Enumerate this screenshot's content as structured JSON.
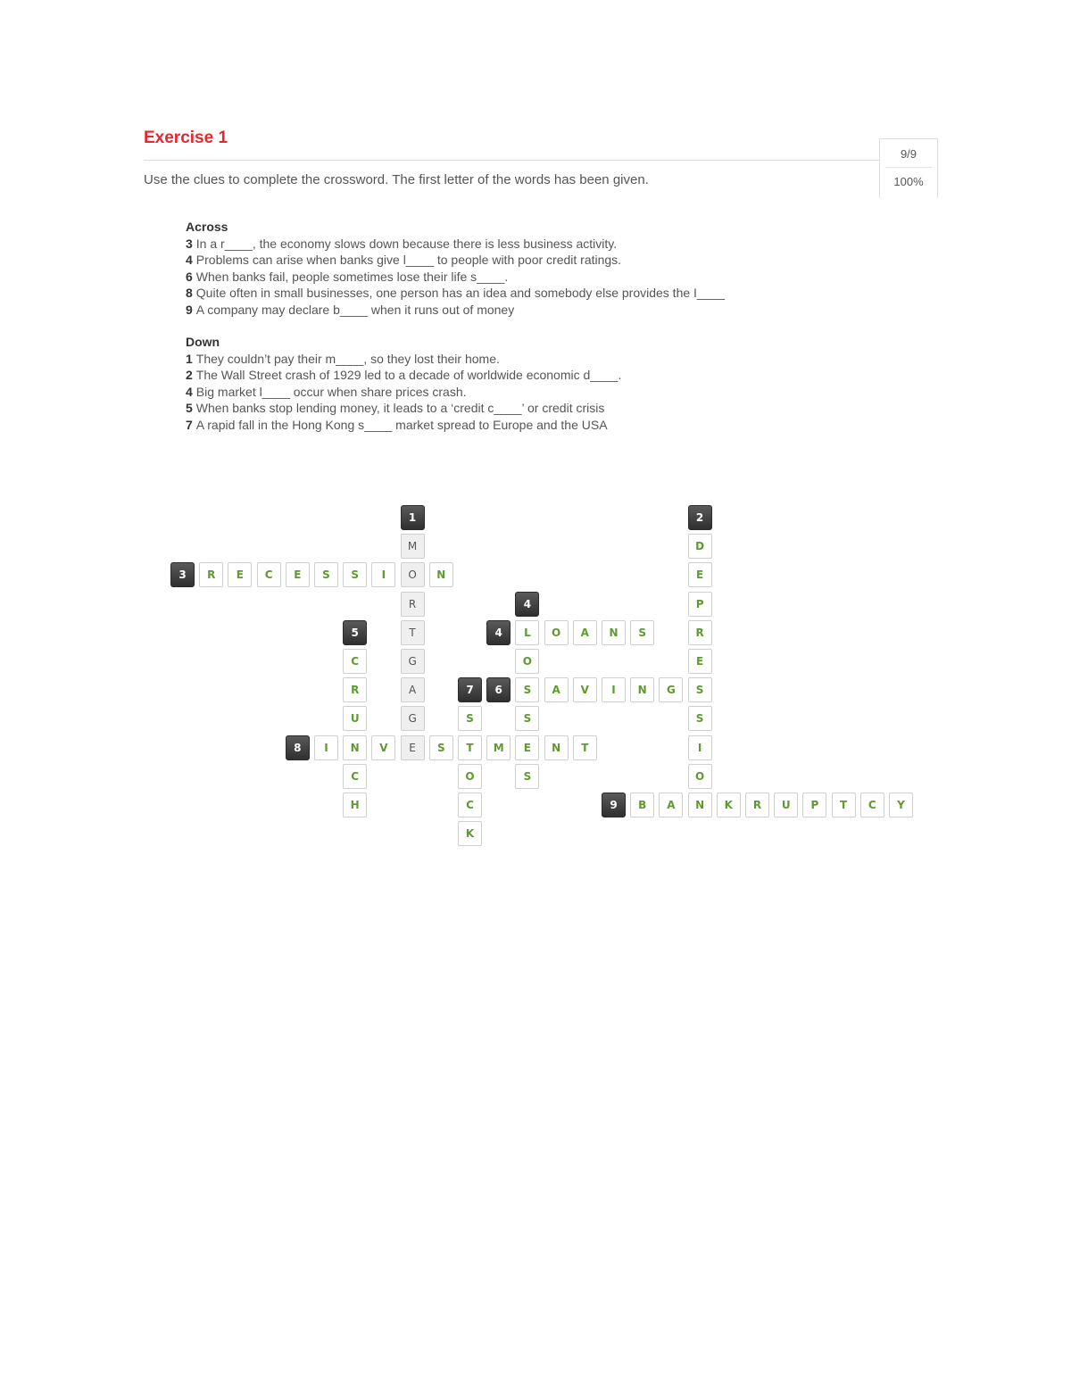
{
  "exercise": {
    "title": "Exercise 1",
    "instructions": "Use the clues to complete the crossword. The first letter of the words has been given.",
    "score": "9/9",
    "percent": "100%"
  },
  "clues": {
    "across_heading": "Across",
    "across": [
      {
        "num": "3",
        "text": "In a r____, the economy slows down because there is less business activity."
      },
      {
        "num": "4",
        "text": "Problems can arise when banks give l____ to people with poor credit ratings."
      },
      {
        "num": "6",
        "text": "When banks fail, people sometimes lose their life s____."
      },
      {
        "num": "8",
        "text": "Quite often in small businesses, one person has an idea and somebody else provides the I____"
      },
      {
        "num": "9",
        "text": "A company may declare b____ when it runs out of money"
      }
    ],
    "down_heading": "Down",
    "down": [
      {
        "num": "1",
        "text": "They couldn’t pay their m____, so they lost their home."
      },
      {
        "num": "2",
        "text": "The Wall Street crash of 1929 led to a decade of worldwide economic d____."
      },
      {
        "num": "4",
        "text": "Big market l____ occur when share prices crash."
      },
      {
        "num": "5",
        "text": "When banks stop lending money, it leads to a ‘credit c____’ or credit crisis"
      },
      {
        "num": "7",
        "text": "A rapid fall in the Hong Kong s____ market spread to Europe and the USA"
      }
    ]
  },
  "crossword": {
    "numbers": [
      {
        "label": "1",
        "col": 8,
        "row": 0
      },
      {
        "label": "2",
        "col": 18,
        "row": 0
      },
      {
        "label": "3",
        "col": 0,
        "row": 2
      },
      {
        "label": "4",
        "col": 12,
        "row": 3
      },
      {
        "label": "5",
        "col": 6,
        "row": 4
      },
      {
        "label": "4",
        "col": 11,
        "row": 4
      },
      {
        "label": "7",
        "col": 10,
        "row": 6
      },
      {
        "label": "6",
        "col": 11,
        "row": 6
      },
      {
        "label": "8",
        "col": 4,
        "row": 8
      },
      {
        "label": "9",
        "col": 15,
        "row": 10
      }
    ],
    "letters": [
      {
        "ch": "M",
        "col": 8,
        "row": 1,
        "given": true
      },
      {
        "ch": "R",
        "col": 8,
        "row": 3,
        "given": true
      },
      {
        "ch": "T",
        "col": 8,
        "row": 4,
        "given": true
      },
      {
        "ch": "G",
        "col": 8,
        "row": 5,
        "given": true
      },
      {
        "ch": "A",
        "col": 8,
        "row": 6,
        "given": true
      },
      {
        "ch": "G",
        "col": 8,
        "row": 7,
        "given": true
      },
      {
        "ch": "E",
        "col": 8,
        "row": 8,
        "given": true
      },
      {
        "ch": "O",
        "col": 8,
        "row": 2,
        "given": true
      },
      {
        "ch": "R",
        "col": 1,
        "row": 2
      },
      {
        "ch": "E",
        "col": 2,
        "row": 2
      },
      {
        "ch": "C",
        "col": 3,
        "row": 2
      },
      {
        "ch": "E",
        "col": 4,
        "row": 2
      },
      {
        "ch": "S",
        "col": 5,
        "row": 2
      },
      {
        "ch": "S",
        "col": 6,
        "row": 2
      },
      {
        "ch": "I",
        "col": 7,
        "row": 2
      },
      {
        "ch": "N",
        "col": 9,
        "row": 2
      },
      {
        "ch": "D",
        "col": 18,
        "row": 1
      },
      {
        "ch": "E",
        "col": 18,
        "row": 2
      },
      {
        "ch": "P",
        "col": 18,
        "row": 3
      },
      {
        "ch": "R",
        "col": 18,
        "row": 4
      },
      {
        "ch": "E",
        "col": 18,
        "row": 5
      },
      {
        "ch": "S",
        "col": 18,
        "row": 6
      },
      {
        "ch": "S",
        "col": 18,
        "row": 7
      },
      {
        "ch": "I",
        "col": 18,
        "row": 8
      },
      {
        "ch": "O",
        "col": 18,
        "row": 9
      },
      {
        "ch": "N",
        "col": 18,
        "row": 10
      },
      {
        "ch": "L",
        "col": 12,
        "row": 4
      },
      {
        "ch": "O",
        "col": 13,
        "row": 4
      },
      {
        "ch": "A",
        "col": 14,
        "row": 4
      },
      {
        "ch": "N",
        "col": 15,
        "row": 4
      },
      {
        "ch": "S",
        "col": 16,
        "row": 4
      },
      {
        "ch": "O",
        "col": 12,
        "row": 5
      },
      {
        "ch": "S",
        "col": 12,
        "row": 6
      },
      {
        "ch": "S",
        "col": 12,
        "row": 7
      },
      {
        "ch": "E",
        "col": 12,
        "row": 8
      },
      {
        "ch": "S",
        "col": 12,
        "row": 9
      },
      {
        "ch": "A",
        "col": 13,
        "row": 6
      },
      {
        "ch": "V",
        "col": 14,
        "row": 6
      },
      {
        "ch": "I",
        "col": 15,
        "row": 6
      },
      {
        "ch": "N",
        "col": 16,
        "row": 6
      },
      {
        "ch": "G",
        "col": 17,
        "row": 6
      },
      {
        "ch": "C",
        "col": 6,
        "row": 5
      },
      {
        "ch": "R",
        "col": 6,
        "row": 6
      },
      {
        "ch": "U",
        "col": 6,
        "row": 7
      },
      {
        "ch": "N",
        "col": 6,
        "row": 8
      },
      {
        "ch": "C",
        "col": 6,
        "row": 9
      },
      {
        "ch": "H",
        "col": 6,
        "row": 10
      },
      {
        "ch": "S",
        "col": 10,
        "row": 7
      },
      {
        "ch": "T",
        "col": 10,
        "row": 8
      },
      {
        "ch": "O",
        "col": 10,
        "row": 9
      },
      {
        "ch": "C",
        "col": 10,
        "row": 10
      },
      {
        "ch": "K",
        "col": 10,
        "row": 11
      },
      {
        "ch": "I",
        "col": 5,
        "row": 8
      },
      {
        "ch": "V",
        "col": 7,
        "row": 8
      },
      {
        "ch": "S",
        "col": 9,
        "row": 8
      },
      {
        "ch": "M",
        "col": 11,
        "row": 8
      },
      {
        "ch": "N",
        "col": 13,
        "row": 8
      },
      {
        "ch": "T",
        "col": 14,
        "row": 8
      },
      {
        "ch": "B",
        "col": 16,
        "row": 10
      },
      {
        "ch": "A",
        "col": 17,
        "row": 10
      },
      {
        "ch": "K",
        "col": 19,
        "row": 10
      },
      {
        "ch": "R",
        "col": 20,
        "row": 10
      },
      {
        "ch": "U",
        "col": 21,
        "row": 10
      },
      {
        "ch": "P",
        "col": 22,
        "row": 10
      },
      {
        "ch": "T",
        "col": 23,
        "row": 10
      },
      {
        "ch": "C",
        "col": 24,
        "row": 10
      },
      {
        "ch": "Y",
        "col": 25,
        "row": 10
      }
    ]
  }
}
